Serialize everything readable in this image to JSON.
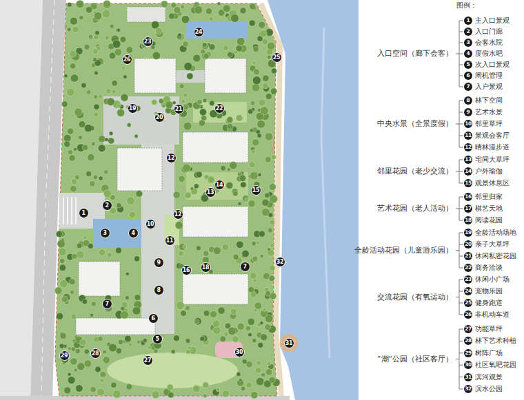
{
  "diagram": {
    "labels": [
      "图例：",
      "入口空间（廊下会客）",
      "中央水景（全景度假）",
      "邻里花园（老少交流）",
      "艺术花园（老人活动）",
      "全龄活动花园（儿童游乐园）",
      "交流花园（有氧运动）",
      "”潮“公园（社区客厅）",
      "1",
      "2",
      "3",
      "4",
      "5",
      "6",
      "7",
      "8",
      "9",
      "10",
      "11",
      "12",
      "13",
      "14",
      "15",
      "16",
      "17",
      "18",
      "19",
      "20",
      "21",
      "22",
      "23",
      "24",
      "25",
      "26",
      "27",
      "28",
      "29",
      "30",
      "31",
      "32",
      "1",
      "2",
      "3",
      "4",
      "5",
      "6",
      "7",
      "8",
      "9",
      "10",
      "11",
      "12",
      "12",
      "13",
      "14",
      "15",
      "16",
      "7",
      "18",
      "19",
      "20",
      "21",
      "22",
      "23",
      "24",
      "25",
      "26",
      "27",
      "28",
      "29",
      "30",
      "31",
      "32"
    ],
    "legend": [
      {
        "text": "主入口景观"
      },
      {
        "text": "入口门廊"
      },
      {
        "text": "会客水院"
      },
      {
        "text": "度假水吧"
      },
      {
        "text": "次入口景观"
      },
      {
        "text": "闸机管理"
      },
      {
        "text": "入户景观"
      },
      {
        "text": "林下空间"
      },
      {
        "text": "艺术水景"
      },
      {
        "text": "邻里草坪"
      },
      {
        "text": "景观会客厅"
      },
      {
        "text": "晴林漫步道"
      },
      {
        "text": "宅间大草坪"
      },
      {
        "text": "户外瑜伽"
      },
      {
        "text": "观景休息区"
      },
      {
        "text": "邻里归家"
      },
      {
        "text": "棋艺天地"
      },
      {
        "text": "阅读花园"
      },
      {
        "text": "全龄活动场地"
      },
      {
        "text": "亲子大草坪"
      },
      {
        "text": "休闲私密花园"
      },
      {
        "text": "商务洽谈"
      },
      {
        "text": "休闲小广场"
      },
      {
        "text": "宠物乐园"
      },
      {
        "text": "健身跑道"
      },
      {
        "text": "非机动车道"
      },
      {
        "text": "功能草坪"
      },
      {
        "text": "林下艺术种植"
      },
      {
        "text": "树阵广场"
      },
      {
        "text": "社区氧吧花园"
      },
      {
        "text": "滨河观景"
      },
      {
        "text": "滨水公园"
      }
    ]
  }
}
